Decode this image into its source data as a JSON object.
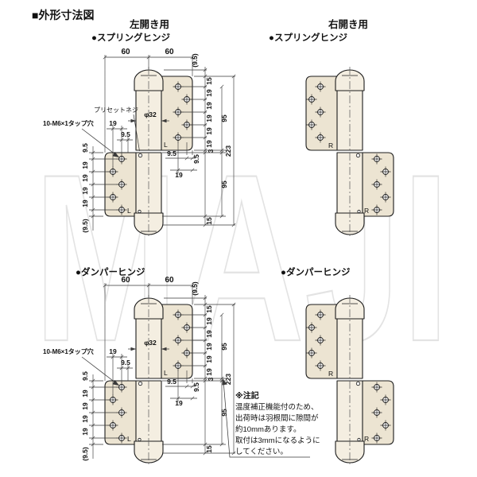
{
  "title": "■外形寸法図",
  "watermark": "MAJI",
  "headers": {
    "left_col": "左開き用",
    "right_col": "右開き用",
    "spring": "●スプリングヒンジ",
    "damper": "●ダンパーヒンジ"
  },
  "labels": {
    "preset_screw": "プリセットネジ",
    "tap_holes": "10-M6×1タップ穴",
    "dia": "φ32",
    "left_mark": "L",
    "right_mark": "R"
  },
  "dims": {
    "d60": "60",
    "d15": "15",
    "d19": "19",
    "d3": "3",
    "d95": "95",
    "d223": "223",
    "d9_5": "9.5",
    "d9_5p": "(9.5)"
  },
  "note": {
    "title": "※注記",
    "line1": "温度補正機能付のため、",
    "line2": "出荷時は羽根間に隙間が",
    "line3": "約10mmあります。",
    "line4": "取付は3mmになるように",
    "line5": "してください。"
  },
  "colors": {
    "plate": "#ece4d2",
    "barrel": "#f4eee1",
    "line": "#1c1c1c",
    "dim": "#3a3a3a",
    "watermark": "#e3e3e3",
    "text": "#111111"
  }
}
